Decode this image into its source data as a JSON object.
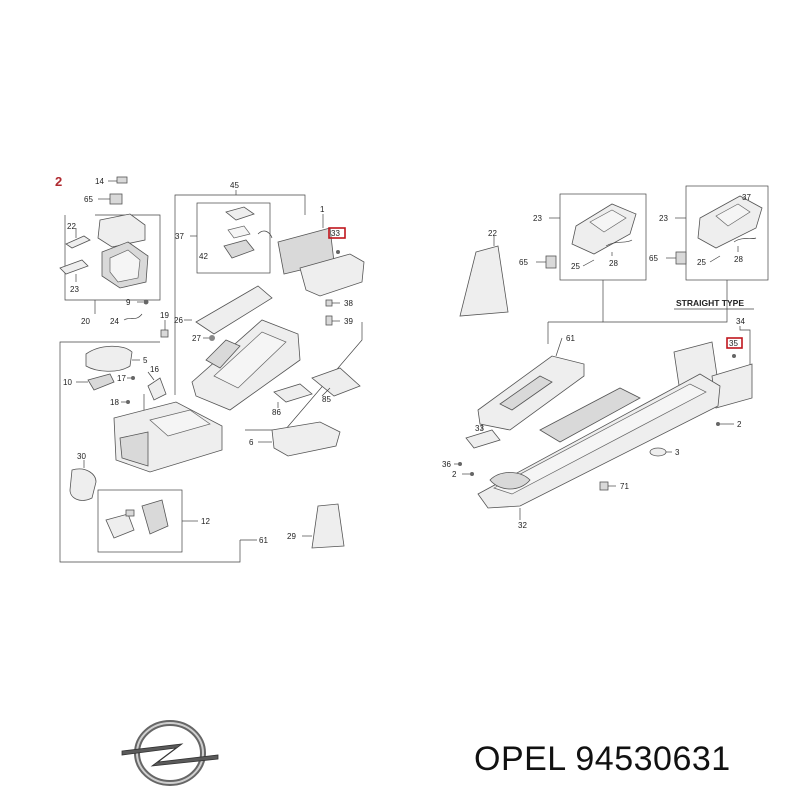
{
  "diagram_number": "2",
  "heading_straight_type": "STRAIGHT TYPE",
  "brand_text": "OPEL 94530631",
  "logo_icon": "opel-logo-icon",
  "highlight_color": "#c0161d",
  "left_labels": [
    "14",
    "65",
    "22",
    "23",
    "20",
    "9",
    "24",
    "19",
    "45",
    "37",
    "42",
    "1",
    "33",
    "38",
    "39",
    "26",
    "27",
    "5",
    "10",
    "17",
    "16",
    "18",
    "86",
    "85",
    "30",
    "6",
    "12",
    "29",
    "61"
  ],
  "right_labels": [
    "23",
    "65",
    "25",
    "28",
    "23",
    "37",
    "65",
    "25",
    "28",
    "22",
    "61",
    "34",
    "35",
    "2",
    "33",
    "36",
    "2",
    "3",
    "71",
    "32"
  ]
}
